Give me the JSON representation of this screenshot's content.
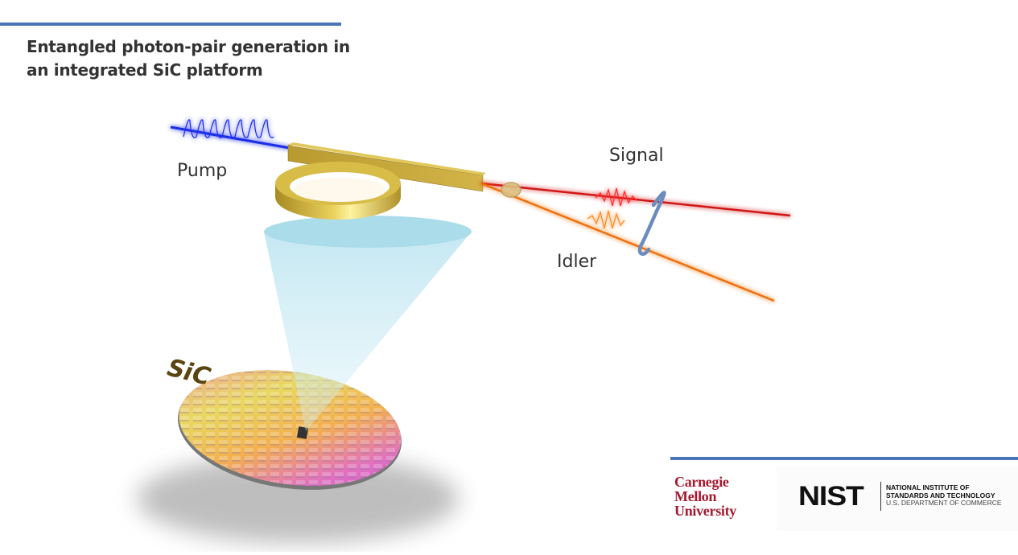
{
  "title": {
    "line1": "Entangled photon-pair generation in",
    "line2": "an integrated SiC platform"
  },
  "labels": {
    "pump": "Pump",
    "signal": "Signal",
    "idler": "Idler",
    "wafer_text": "SiC"
  },
  "colors": {
    "accent_rule": "#4a76b8",
    "pump_beam": "#1a2ee6",
    "signal_beam": "#e02020",
    "idler_beam": "#f07010",
    "ring": "#c9a830",
    "entanglement": "#6a8cc0",
    "cone": "#bfe6f2",
    "cmu_red": "#a6192e"
  },
  "logos": {
    "cmu": [
      "Carnegie",
      "Mellon",
      "University"
    ],
    "nist_mark": "NIST",
    "nist_lines": [
      "NATIONAL INSTITUTE OF",
      "STANDARDS AND TECHNOLOGY",
      "U.S. DEPARTMENT OF COMMERCE"
    ]
  }
}
